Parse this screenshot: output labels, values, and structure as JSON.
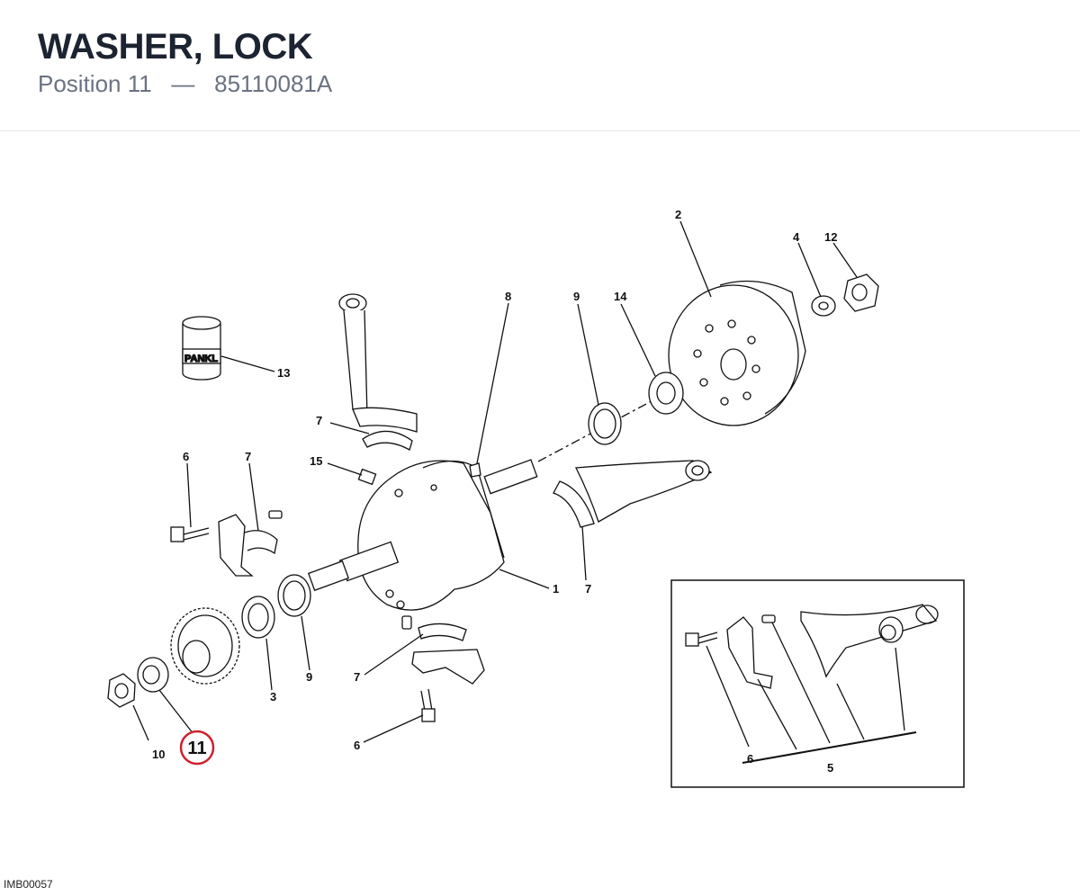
{
  "header": {
    "title": "WASHER, LOCK",
    "position_label": "Position 11",
    "separator": "—",
    "part_number": "85110081A"
  },
  "diagram": {
    "piston_label": "PANKL",
    "callouts": {
      "c1": "1",
      "c2": "2",
      "c3": "3",
      "c4": "4",
      "c5": "5",
      "c6a": "6",
      "c6b": "6",
      "c6c": "6",
      "c7a": "7",
      "c7b": "7",
      "c7c": "7",
      "c7d": "7",
      "c8": "8",
      "c9a": "9",
      "c9b": "9",
      "c10": "10",
      "c11": "11",
      "c12": "12",
      "c13": "13",
      "c14": "14",
      "c15": "15"
    },
    "highlighted_callout": "11",
    "highlight_color": "#d0202b"
  },
  "footer": {
    "image_code": "IMB00057"
  }
}
